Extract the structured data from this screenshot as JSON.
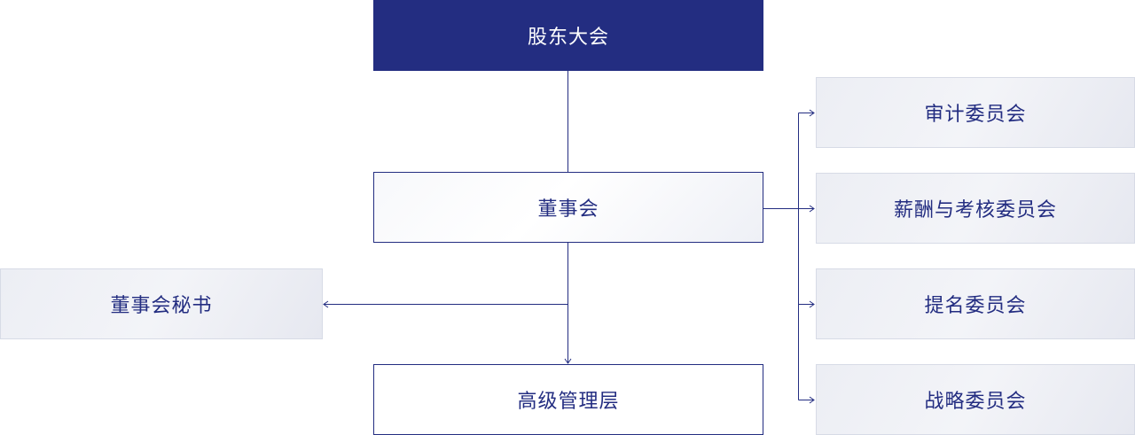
{
  "nodes": {
    "shareholders": "股东大会",
    "board": "董事会",
    "secretary": "董事会秘书",
    "management": "高级管理层",
    "audit_committee": "审计委员会",
    "salary_committee": "薪酬与考核委员会",
    "nomination_committee": "提名委员会",
    "strategy_committee": "战略委员会"
  },
  "colors": {
    "primary": "#232d81",
    "node_grey": "#eceef4",
    "text_on_primary": "#ffffff"
  }
}
